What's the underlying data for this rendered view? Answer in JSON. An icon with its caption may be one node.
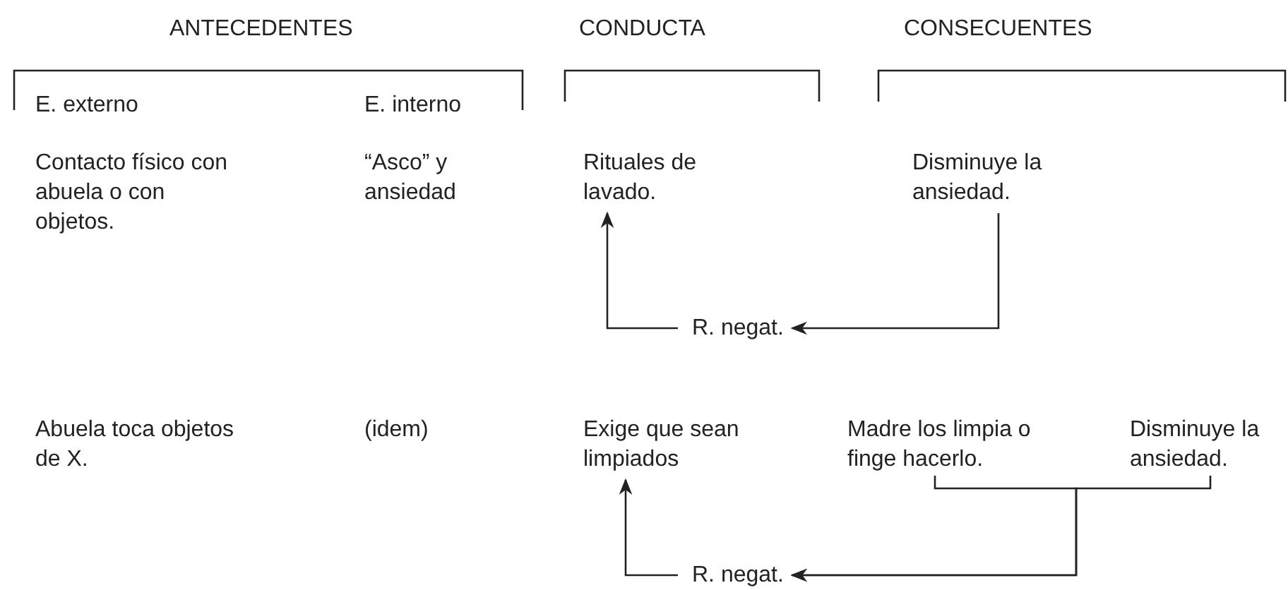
{
  "diagram": {
    "nodes": [
      {
        "text": [
          "Rituales de lavado."
        ]
      },
      {
        "text": [
          "Disminuye la ansiedad."
        ]
      },
      {
        "text": [
          "R. negat."
        ]
      },
      {
        "text": [
          "Exige que sean limpiados"
        ]
      },
      {
        "text": [
          "Madre los limpia o finge hacerlo."
        ]
      },
      {
        "text": [
          "Disminuye la ansiedad."
        ]
      },
      {
        "text": [
          "R. negat."
        ]
      }
    ],
    "edges": [
      {
        "from": 1,
        "to": 2,
        "arrow": "to"
      },
      {
        "from": 2,
        "to": 0,
        "arrow": "to"
      },
      {
        "from": 4,
        "to": 6,
        "arrow": "to"
      },
      {
        "from": 5,
        "to": 6,
        "arrow": "to"
      },
      {
        "from": 6,
        "to": 3,
        "arrow": "to"
      }
    ],
    "labels": [
      "ANTECEDENTES",
      "CONDUCTA",
      "CONSECUENTES",
      "E. externo",
      "E. interno",
      "Contacto físico con abuela o con objetos.",
      "“Asco” y ansiedad",
      "Abuela toca objetos de X.",
      "(idem)"
    ]
  }
}
